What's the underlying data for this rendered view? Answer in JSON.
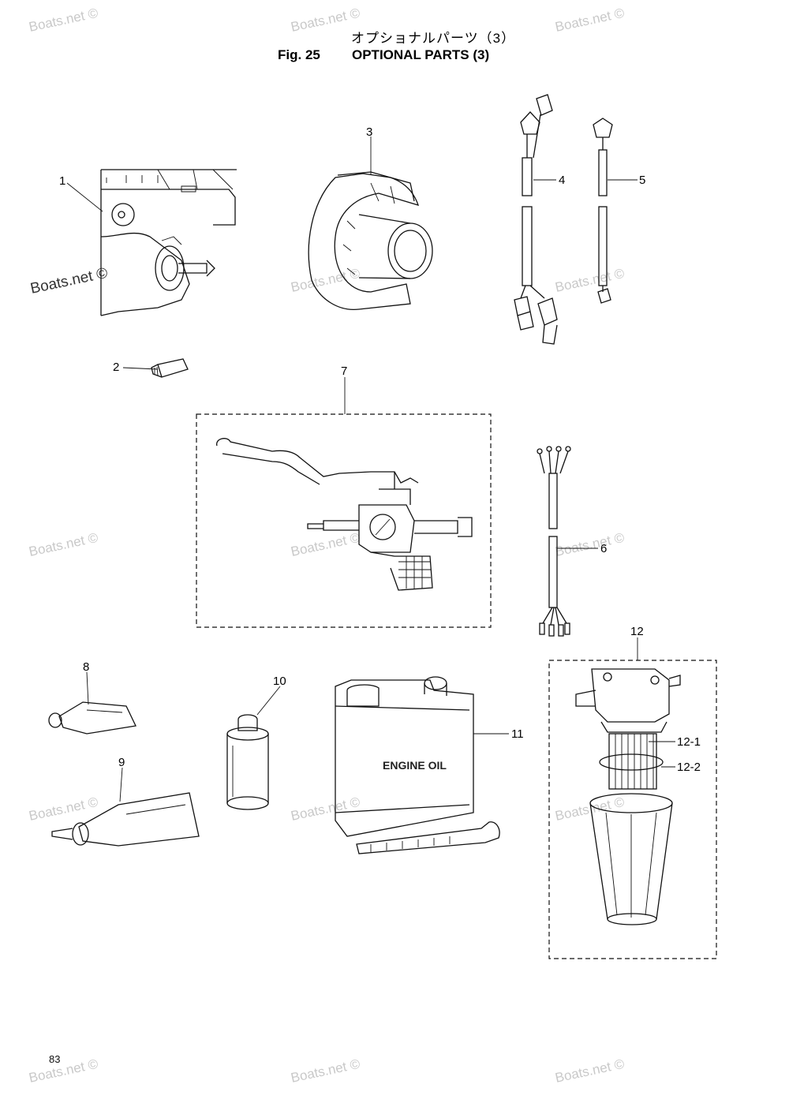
{
  "header": {
    "japanese_title": "オプショナルパーツ（3）",
    "figure_number": "Fig. 25",
    "figure_title": "OPTIONAL PARTS (3)"
  },
  "page_number": "83",
  "watermark": {
    "text": "Boats.net ©"
  },
  "callouts": [
    "1",
    "2",
    "3",
    "4",
    "5",
    "6",
    "7",
    "8",
    "9",
    "10",
    "11",
    "12",
    "12-1",
    "12-2"
  ],
  "product_labels": {
    "oil_can": "ENGINE OIL"
  }
}
